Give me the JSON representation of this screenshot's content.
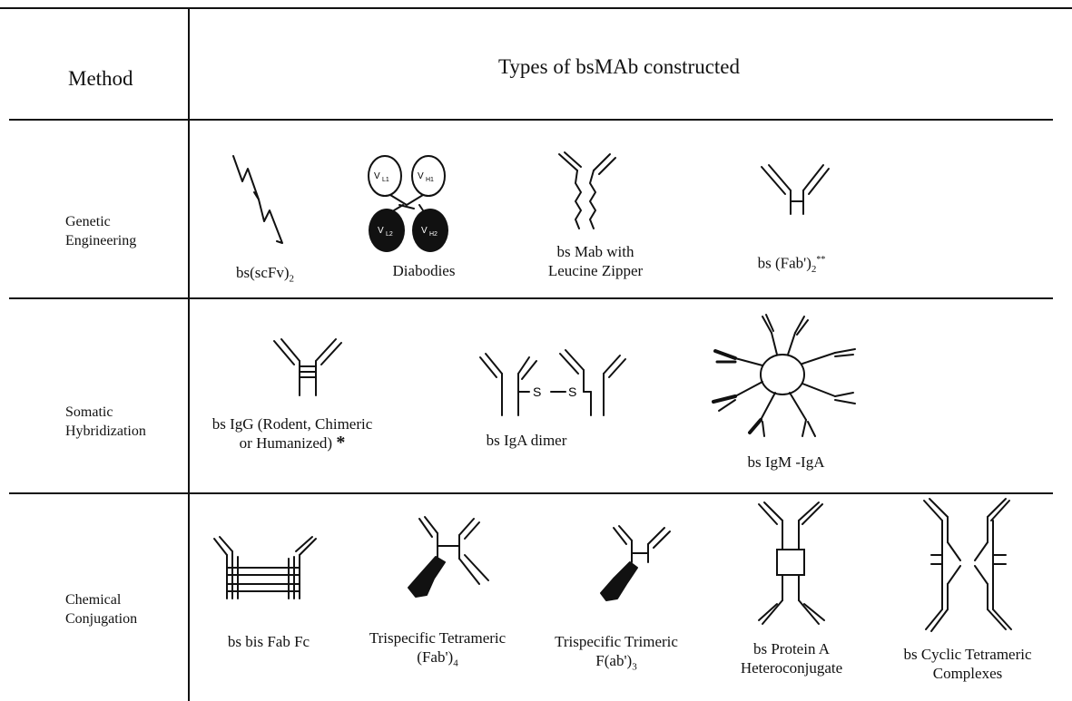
{
  "header": {
    "method_label": "Method",
    "types_label": "Types of bsMAb constructed"
  },
  "rows": [
    {
      "method": [
        "Genetic",
        "Engineering"
      ],
      "items": [
        {
          "label": [
            "bs(scFv)",
            "2"
          ]
        },
        {
          "label": [
            "Diabodies"
          ],
          "domains_top": [
            "V",
            "L1",
            "V",
            "H1"
          ],
          "domains_bottom": [
            "V",
            "L2",
            "V",
            "H2"
          ]
        },
        {
          "label": [
            "bs Mab with",
            "Leucine Zipper"
          ]
        },
        {
          "label": [
            "bs (Fab')",
            "2",
            "**"
          ]
        }
      ]
    },
    {
      "method": [
        "Somatic",
        "Hybridization"
      ],
      "items": [
        {
          "label": [
            "bs IgG (Rodent, Chimeric",
            "or Humanized)"
          ],
          "marker": "*"
        },
        {
          "label": [
            "bs IgA dimer"
          ],
          "bridge_labels": [
            "S",
            "S"
          ]
        },
        {
          "label": [
            "bs IgM -IgA"
          ]
        }
      ]
    },
    {
      "method": [
        "Chemical",
        "Conjugation"
      ],
      "items": [
        {
          "label": [
            "bs bis Fab Fc"
          ]
        },
        {
          "label": [
            "Trispecific Tetrameric",
            "(Fab')",
            "4"
          ]
        },
        {
          "label": [
            "Trispecific Trimeric",
            "F(ab')",
            "3"
          ]
        },
        {
          "label": [
            "bs Protein A",
            "Heteroconjugate"
          ]
        },
        {
          "label": [
            "bs Cyclic Tetrameric",
            "Complexes"
          ]
        }
      ]
    }
  ]
}
